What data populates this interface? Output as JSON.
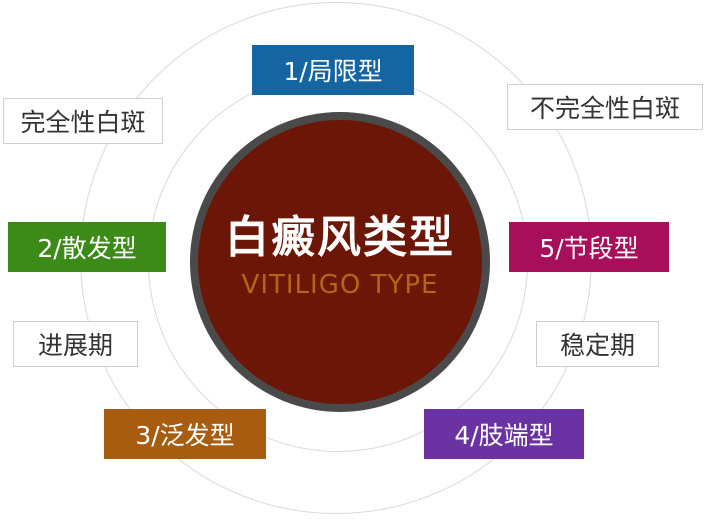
{
  "center": {
    "title": "白癜风类型",
    "subtitle": "VITILIGO TYPE"
  },
  "types": {
    "localized": "1/局限型",
    "scattered": "2/散发型",
    "generalized": "3/泛发型",
    "acral": "4/肢端型",
    "segmental": "5/节段型"
  },
  "categories": {
    "complete": "完全性白斑",
    "incomplete": "不完全性白斑",
    "progressive": "进展期",
    "stable": "稳定期"
  },
  "colors": {
    "core": "#6b1606",
    "localized": "#1565a3",
    "scattered": "#3c8a17",
    "generalized": "#a85c0f",
    "acral": "#6a32a2",
    "segmental": "#a80f5a"
  }
}
